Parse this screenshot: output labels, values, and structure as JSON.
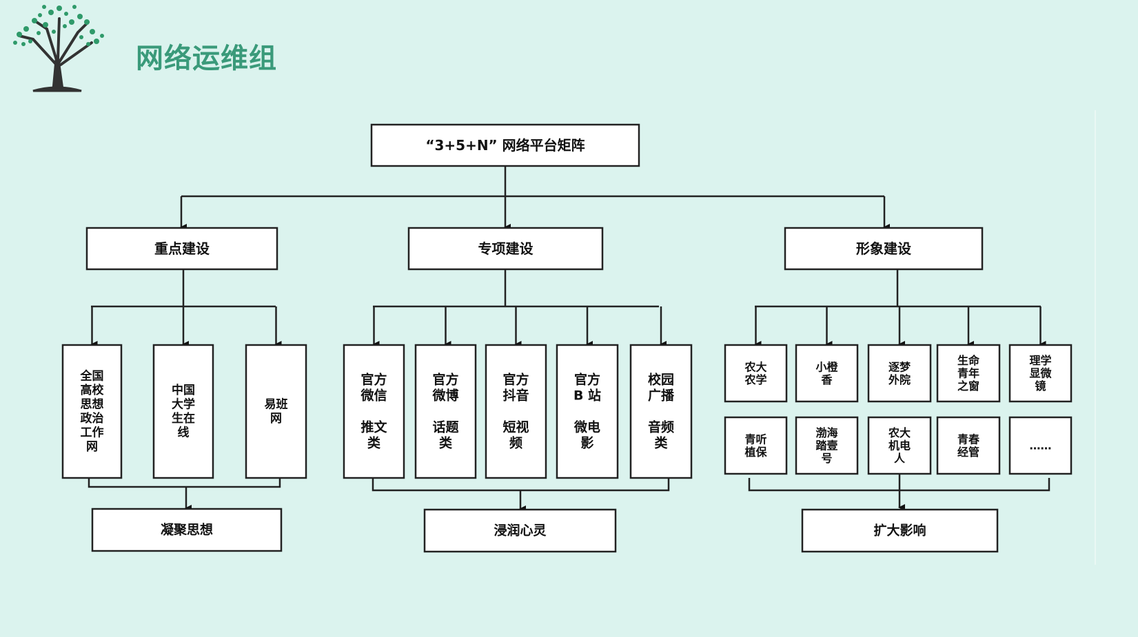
{
  "header": {
    "title": "网络运维组",
    "logo_icon": "tree-icon"
  },
  "colors": {
    "background": "#dbf3ee",
    "title": "#3a9a7a",
    "tree_leaf": "#2f9a6a",
    "tree_trunk": "#333333",
    "box_fill": "#ffffff",
    "stroke": "#222222"
  },
  "diagram": {
    "root": "“3+5+N” 网络平台矩阵",
    "branches": [
      {
        "label": "重点建设",
        "outcome": "凝聚思想",
        "leaves": [
          [
            "全国",
            "高校",
            "思想",
            "政治",
            "工作",
            "网"
          ],
          [
            "中国",
            "大学",
            "生在",
            "线"
          ],
          [
            "易班",
            "网"
          ]
        ]
      },
      {
        "label": "专项建设",
        "outcome": "浸润心灵",
        "leaves": [
          [
            "官方",
            "微信",
            "",
            "推文",
            "类"
          ],
          [
            "官方",
            "微博",
            "",
            "话题",
            "类"
          ],
          [
            "官方",
            "抖音",
            "",
            "短视",
            "频"
          ],
          [
            "官方",
            "B 站",
            "",
            "微电",
            "影"
          ],
          [
            "校园",
            "广播",
            "",
            "音频",
            "类"
          ]
        ]
      },
      {
        "label": "形象建设",
        "outcome": "扩大影响",
        "leaves_row1": [
          [
            "农大",
            "农学"
          ],
          [
            "小橙",
            "香"
          ],
          [
            "逐梦",
            "外院"
          ],
          [
            "生命",
            "青年",
            "之窗"
          ],
          [
            "理学",
            "显微",
            "镜"
          ]
        ],
        "leaves_row2": [
          [
            "青听",
            "植保"
          ],
          [
            "渤海",
            "踏壹",
            "号"
          ],
          [
            "农大",
            "机电",
            "人"
          ],
          [
            "青春",
            "经管"
          ],
          [
            "……"
          ]
        ]
      }
    ]
  }
}
